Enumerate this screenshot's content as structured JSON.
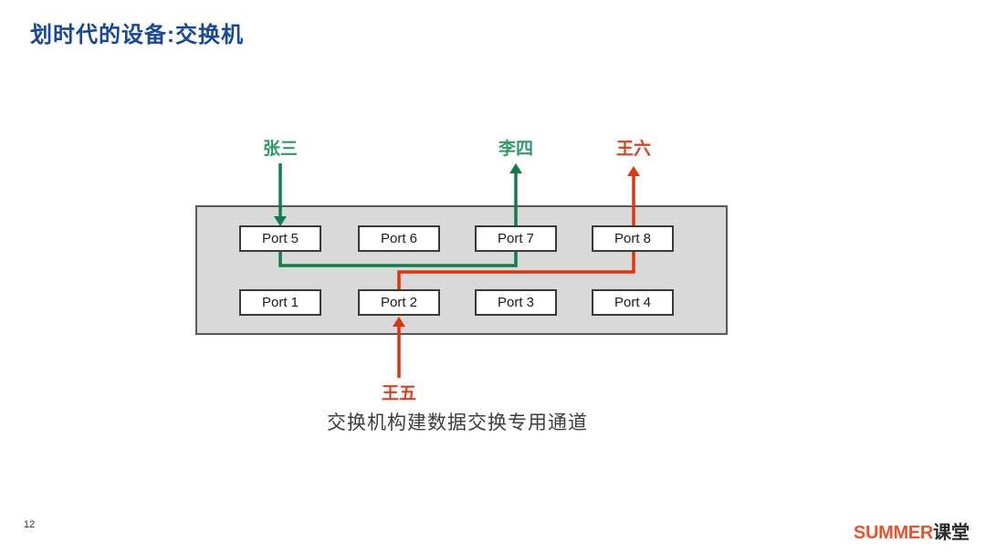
{
  "slide": {
    "title": "划时代的设备:交换机",
    "caption": "交换机构建数据交换专用通道",
    "page_number": "12",
    "logo": {
      "brand": "SUMMER",
      "suffix": "课堂"
    }
  },
  "diagram": {
    "top_ports": [
      "Port 5",
      "Port 6",
      "Port 7",
      "Port 8"
    ],
    "bottom_ports": [
      "Port 1",
      "Port 2",
      "Port 3",
      "Port 4"
    ],
    "actors": {
      "zhangsan": "张三",
      "lisi": "李四",
      "wangliu": "王六",
      "wangwu": "王五"
    },
    "flows": [
      {
        "from": "张三",
        "in_port": "Port 5",
        "out_port": "Port 7",
        "to": "李四",
        "color": "green"
      },
      {
        "from": "王五",
        "in_port": "Port 2",
        "out_port": "Port 8",
        "to": "王六",
        "color": "red"
      }
    ]
  },
  "colors": {
    "title_blue": "#17479B",
    "green_line": "#0E7E4E",
    "green_label": "#2E9B67",
    "red_line": "#E0350C",
    "red_label": "#DC3E20",
    "switch_fill": "#D9D9D9",
    "switch_border": "#595959",
    "logo_orange": "#E8542C"
  }
}
